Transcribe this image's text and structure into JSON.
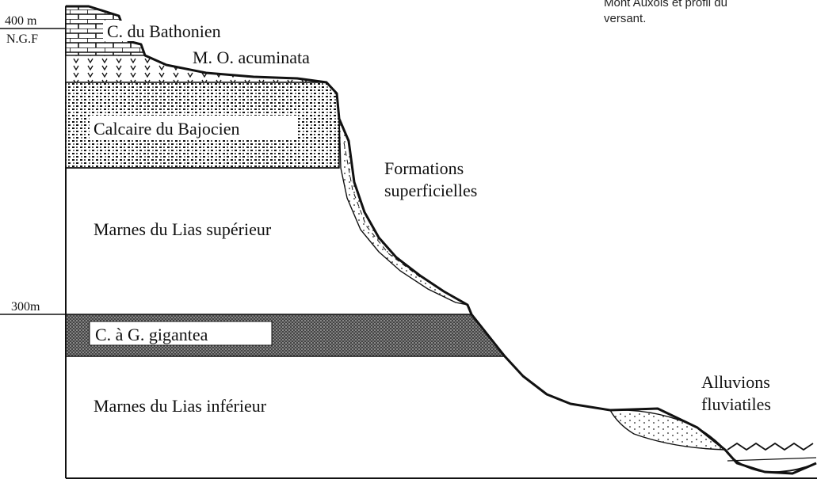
{
  "caption": {
    "line1": "Mont Auxois et profil du",
    "line2": "versant."
  },
  "elevation_marks": {
    "top_value": "400 m",
    "top_unit": "N.G.F",
    "mid_value": "300m"
  },
  "layers": {
    "bathonien": "C. du Bathonien",
    "acuminata": "M. O. acuminata",
    "bajocien": "Calcaire du Bajocien",
    "lias_sup": "Marnes du Lias supérieur",
    "gigantea": "C. à G. gigantea",
    "lias_inf": "Marnes du Lias inférieur"
  },
  "deposits": {
    "formations_1": "Formations",
    "formations_2": "superficielles",
    "alluvions_1": "Alluvions",
    "alluvions_2": "fluviatiles"
  }
}
